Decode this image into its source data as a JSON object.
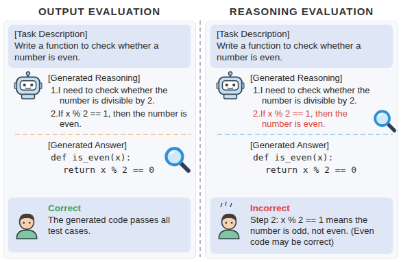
{
  "diagram": {
    "nodes": [
      {
        "text": [
          "OUTPUT EVALUATION"
        ]
      },
      {
        "text": [
          "[Task Description]",
          "Write a function to check whether a number is even."
        ],
        "in": 0
      },
      {
        "text": [
          "Correct",
          "The generated code passes all test cases."
        ],
        "in": 0
      },
      {
        "text": [
          "REASONING EVALUATION"
        ]
      },
      {
        "text": [
          "[Task Description]",
          "Write a function to check whether a number is even."
        ],
        "in": 3
      },
      {
        "text": [
          "Incorrect",
          "Step 2: x % 2 == 1 means the number is odd, not even. (Even code may be correct)"
        ],
        "in": 3
      }
    ],
    "labels": [
      "[Generated Reasoning]",
      "1.I need to check whether the number is divisible by 2.",
      "2.If x % 2 == 1, then the number is even.",
      "[Generated Answer]",
      "def is_even(x):",
      "return x % 2 == 0",
      "[Generated Reasoning]",
      "1.I need to check whether the number is divisible by 2.",
      "2.If x % 2 == 1, then the number is even.",
      "[Generated Answer]",
      "def is_even(x):",
      "return x % 2 == 0"
    ]
  }
}
